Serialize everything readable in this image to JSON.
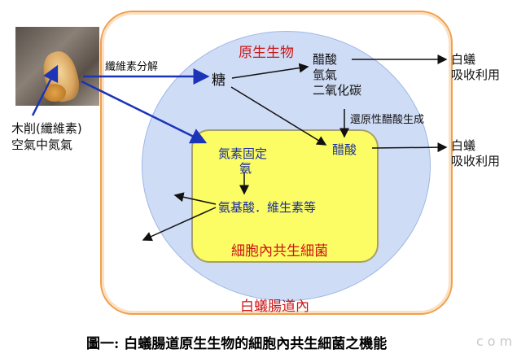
{
  "labels": {
    "protozoa_title": "原生生物",
    "cellulose_breakdown": "纖維素分解",
    "sugar": "糖",
    "products": [
      "醋酸",
      "氫氣",
      "二氧化碳"
    ],
    "reductive_acetogenesis": "還原性醋酸生成",
    "acetate": "醋酸",
    "termite_absorb_1": [
      "白蟻",
      "吸收利用"
    ],
    "termite_absorb_2": [
      "白蟻",
      "吸收利用"
    ],
    "source": [
      "木削(纖維素)",
      "空氣中氮氣"
    ],
    "nitrogen_fixation": "氮素固定",
    "ammonia": "氨",
    "amino_acids": "氨基酸．維生素等",
    "endosymbiont": "細胞內共生細菌",
    "gut": "白蟻腸道內"
  },
  "caption": "圖一: 白蟻腸道原生生物的細胞內共生細菌之機能",
  "watermark": "com",
  "colors": {
    "gut_border": "#f0a04e",
    "protozoa_fill": "#cfdcf6",
    "bacteria_fill": "#fcfc64",
    "red_text": "#cc1515",
    "blue_text": "#1a2f9a",
    "blue_arrow": "#1b34b8"
  }
}
